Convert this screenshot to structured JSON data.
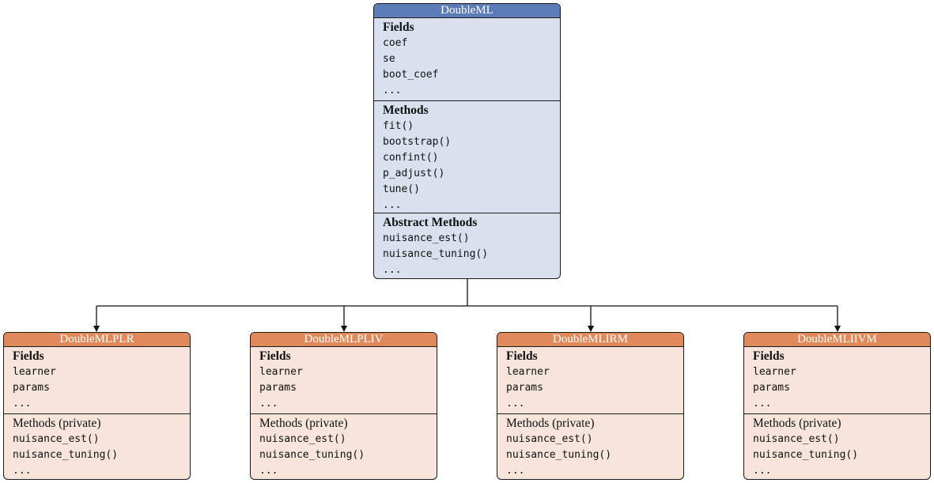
{
  "parent": {
    "name": "DoubleML",
    "sections": [
      {
        "title": "Fields",
        "items": [
          "coef",
          "se",
          "boot_coef",
          "..."
        ]
      },
      {
        "title": "Methods",
        "items": [
          "fit()",
          "bootstrap()",
          "confint()",
          "p_adjust()",
          "tune()",
          "..."
        ]
      },
      {
        "title": "Abstract Methods",
        "items": [
          "nuisance_est()",
          "nuisance_tuning()",
          "..."
        ]
      }
    ]
  },
  "children": [
    {
      "name": "DoubleMLPLR",
      "sections": [
        {
          "title": "Fields",
          "items": [
            "learner",
            "params",
            "..."
          ]
        },
        {
          "title": "Methods (private)",
          "items": [
            "nuisance_est()",
            "nuisance_tuning()",
            "..."
          ]
        }
      ]
    },
    {
      "name": "DoubleMLPLIV",
      "sections": [
        {
          "title": "Fields",
          "items": [
            "learner",
            "params",
            "..."
          ]
        },
        {
          "title": "Methods (private)",
          "items": [
            "nuisance_est()",
            "nuisance_tuning()",
            "..."
          ]
        }
      ]
    },
    {
      "name": "DoubleMLIRM",
      "sections": [
        {
          "title": "Fields",
          "items": [
            "learner",
            "params",
            "..."
          ]
        },
        {
          "title": "Methods (private)",
          "items": [
            "nuisance_est()",
            "nuisance_tuning()",
            "..."
          ]
        }
      ]
    },
    {
      "name": "DoubleMLIIVM",
      "sections": [
        {
          "title": "Fields",
          "items": [
            "learner",
            "params",
            "..."
          ]
        },
        {
          "title": "Methods (private)",
          "items": [
            "nuisance_est()",
            "nuisance_tuning()",
            "..."
          ]
        }
      ]
    }
  ],
  "colors": {
    "parent_header": "#5c7cb8",
    "parent_body": "#d9e1ee",
    "child_header": "#e08a5c",
    "child_body": "#f7e4da"
  }
}
